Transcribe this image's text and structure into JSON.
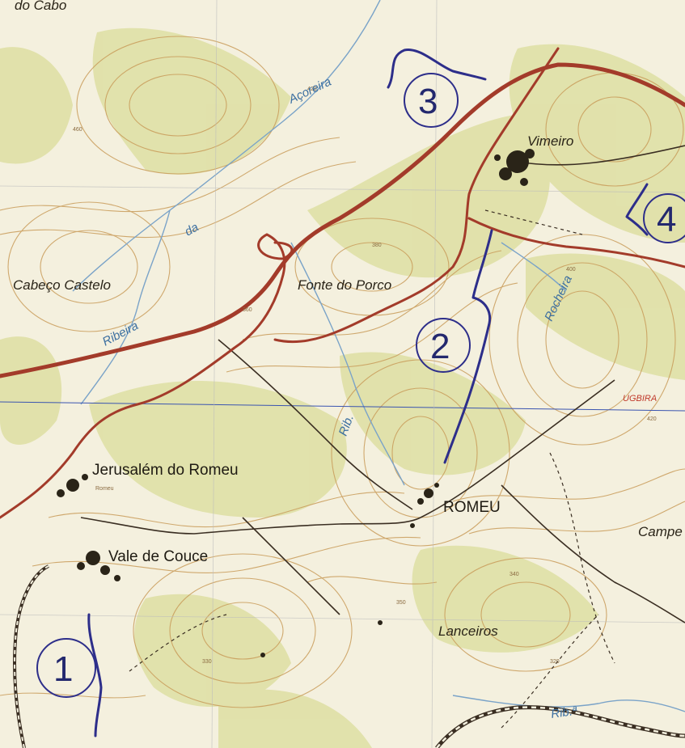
{
  "map": {
    "places": {
      "top_cut": "do Cabo",
      "vimeiro": "Vimeiro",
      "cabeco_castelo": "Cabeço Castelo",
      "fonte_do_porco": "Fonte do Porco",
      "jerusalem_do_romeu": "Jerusalém do Romeu",
      "vale_de_couce": "Vale de Couce",
      "romeu": "ROMEU",
      "lanceiros": "Lanceiros",
      "campe": "Campe",
      "ugbira": "UGBIRA",
      "romeu_small": "Romeu"
    },
    "water": {
      "acoreira": "Açoreira",
      "da": "da",
      "ribeira": "Ribeira",
      "rib_mid": "Rib.",
      "rocheira": "Rocheira",
      "rib_bottom": "Rib.ª"
    },
    "markers": [
      "1",
      "2",
      "3",
      "4"
    ],
    "colors": {
      "background": "#f4f0de",
      "vegetation": "#dfe0a6",
      "contour": "#c99c5a",
      "road": "#a33b2a",
      "track": "#3a2e22",
      "stream": "#7aa3c8",
      "route": "#2d2e8a",
      "grid": "#3a54b0"
    }
  }
}
